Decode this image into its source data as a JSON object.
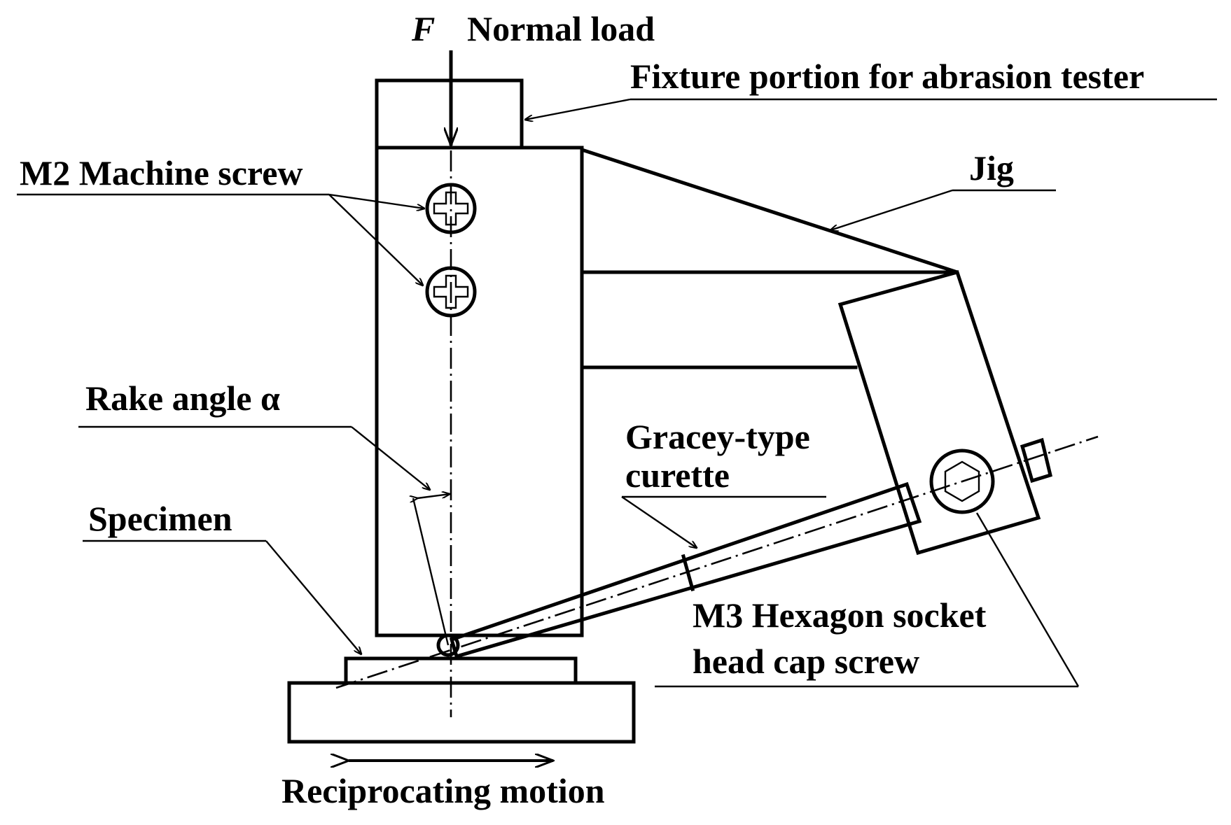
{
  "labels": {
    "force_symbol": "F",
    "normal_load": "Normal load",
    "fixture": "Fixture portion for abrasion tester",
    "jig": "Jig",
    "m2_screw": "M2 Machine screw",
    "rake_angle": "Rake angle α",
    "curette_line1": "Gracey-type",
    "curette_line2": "curette",
    "specimen": "Specimen",
    "m3_line1": "M3 Hexagon socket",
    "m3_line2": "head cap screw",
    "motion": "Reciprocating motion"
  }
}
